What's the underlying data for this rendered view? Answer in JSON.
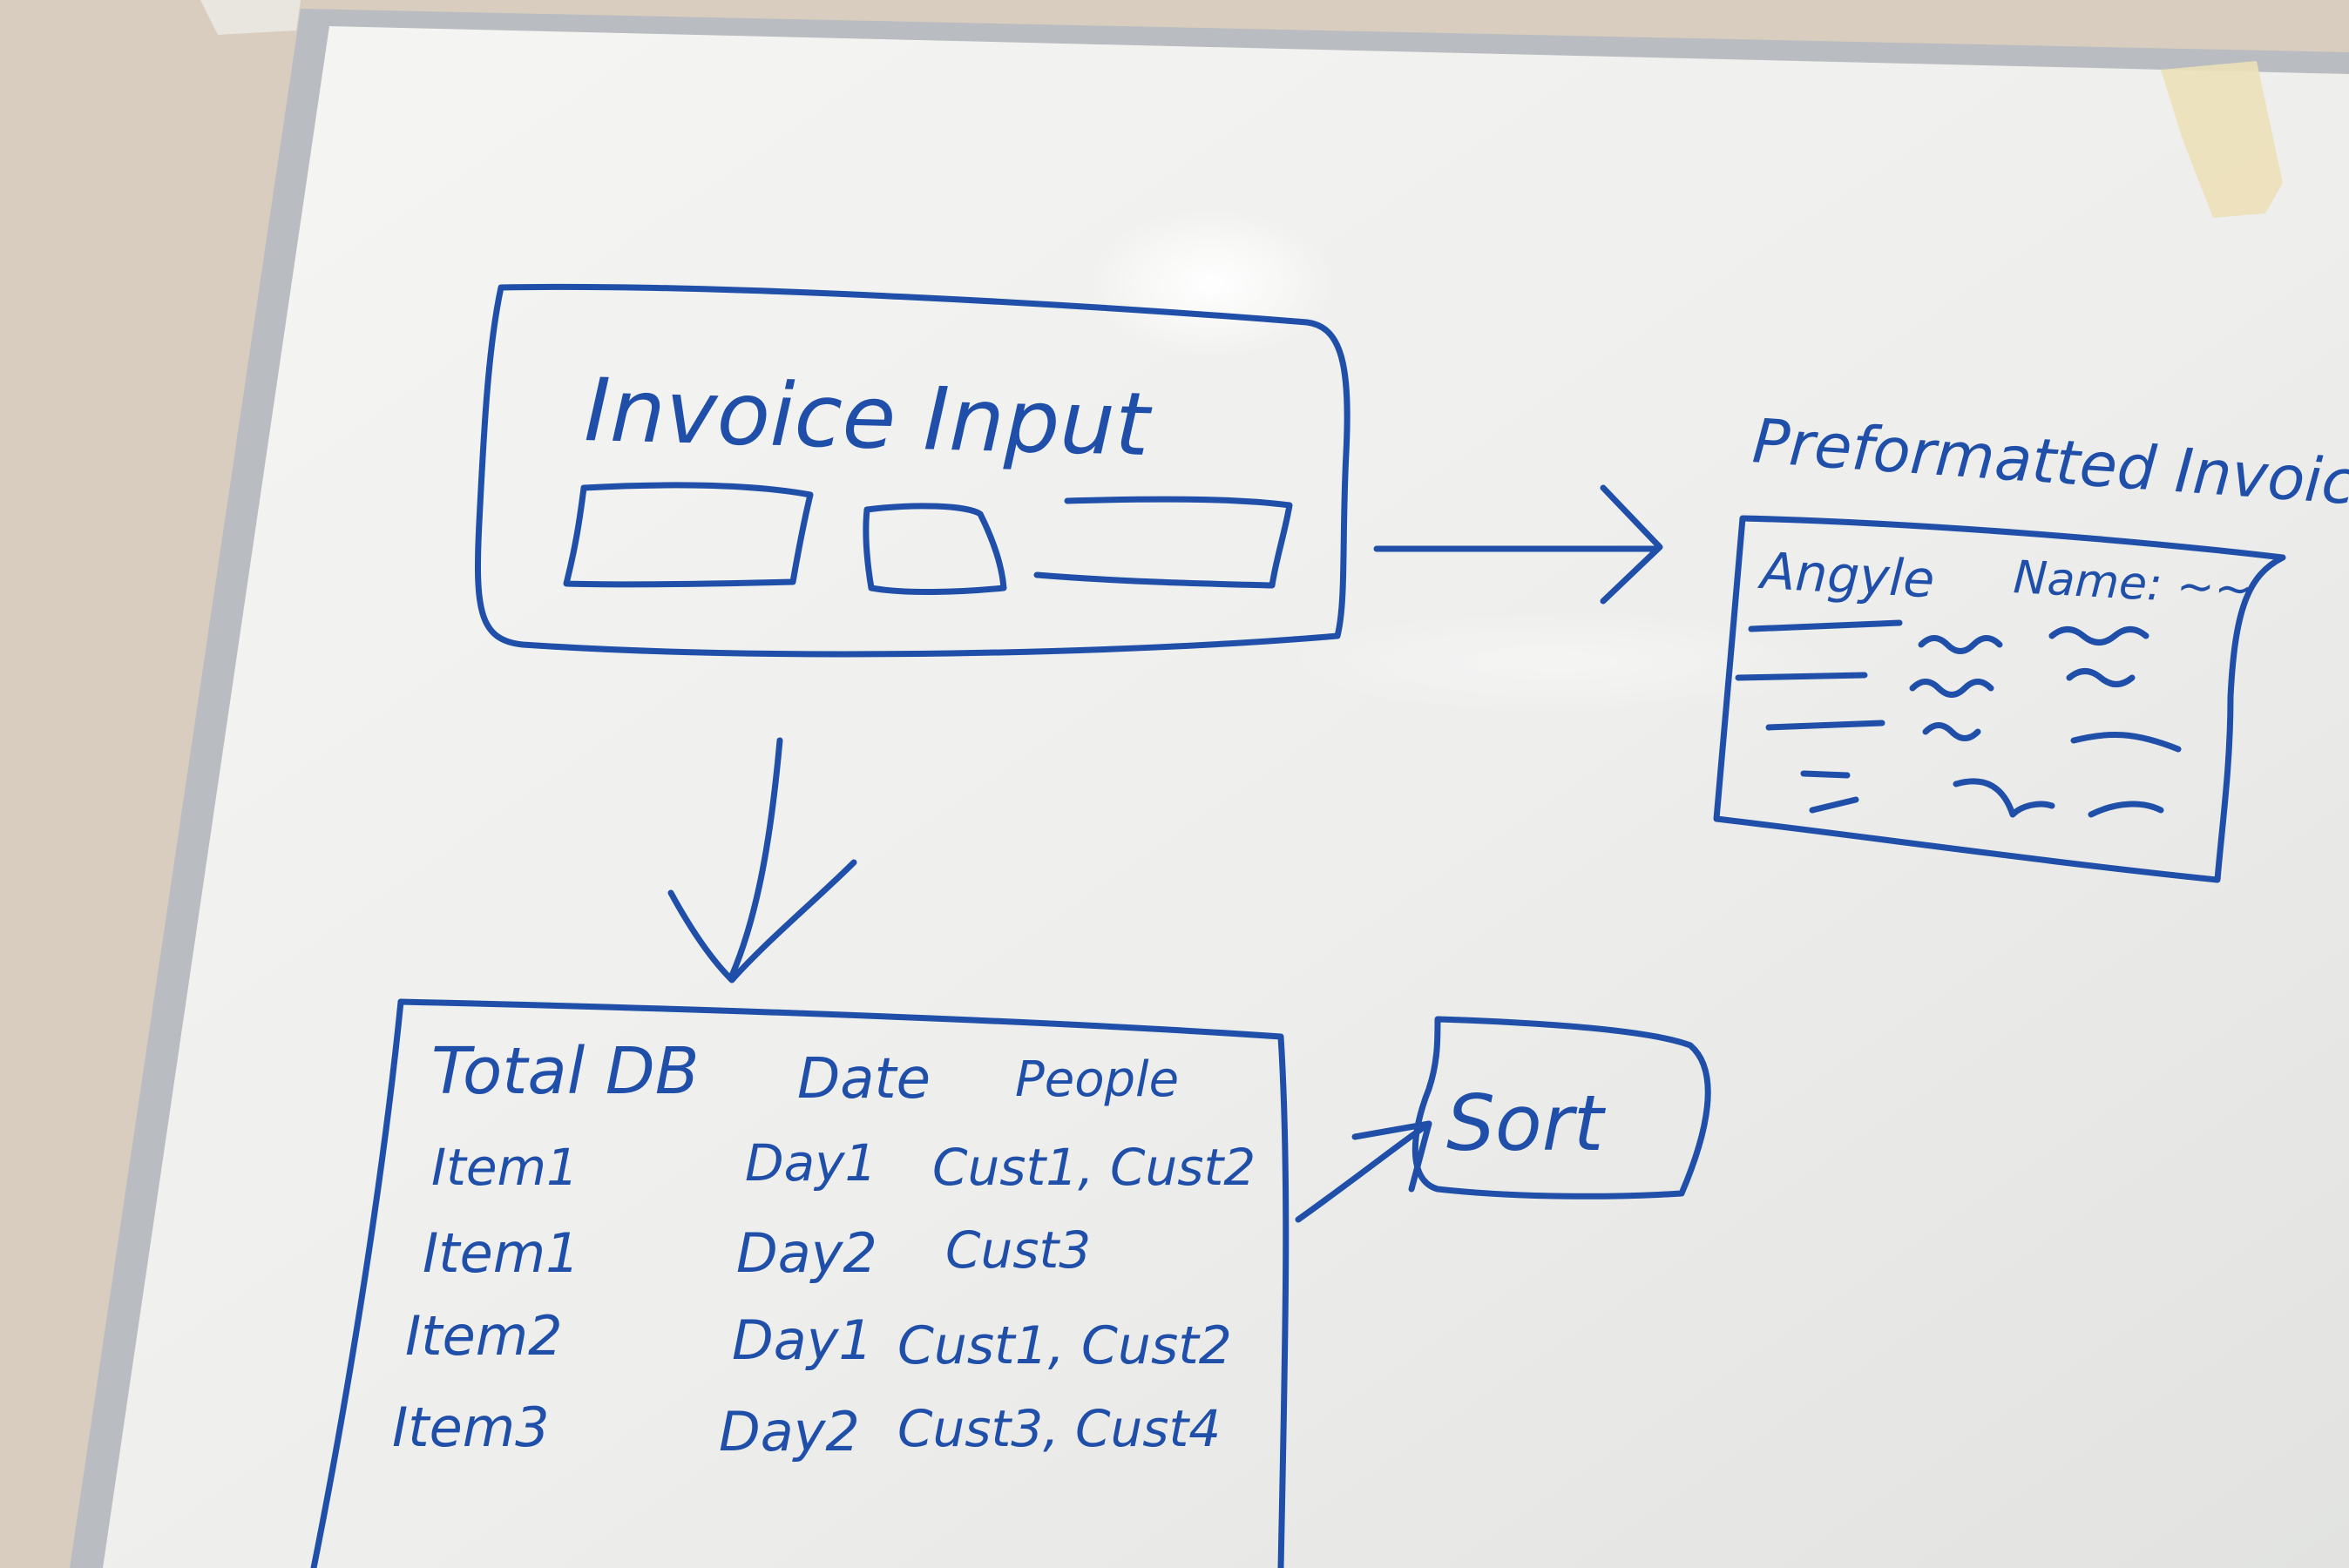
{
  "colors": {
    "ink": "#1f4fa8",
    "board": "#f3f3f1",
    "frame": "#b9bcc0",
    "wall": "#d9cdbf",
    "tape": "#ece0b8"
  },
  "diagram": {
    "invoice_input": {
      "title": "Invoice Input",
      "field_count": 3
    },
    "preformatted_invoice": {
      "title": "Preformatted Invoice",
      "header_left": "Angyle",
      "header_right": "Name: ~~"
    },
    "total_db": {
      "headers": [
        "Total DB",
        "Date",
        "People"
      ],
      "rows": [
        {
          "item": "Item1",
          "date": "Day1",
          "people": "Cust1, Cust2"
        },
        {
          "item": "Item1",
          "date": "Day2",
          "people": "Cust3"
        },
        {
          "item": "Item2",
          "date": "Day1",
          "people": "Cust1, Cust2"
        },
        {
          "item": "Item3",
          "date": "Day2",
          "people": "Cust3, Cust4"
        }
      ]
    },
    "sort": {
      "label": "Sort"
    }
  }
}
